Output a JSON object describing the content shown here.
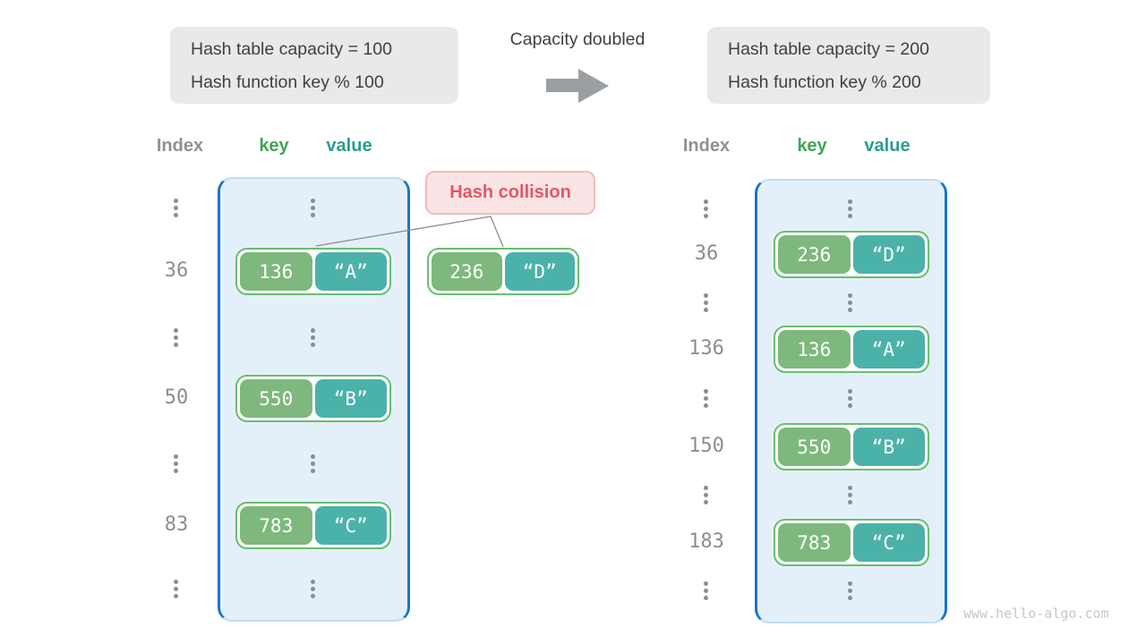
{
  "left_info_box": {
    "line1": "Hash table capacity = 100",
    "line2": "Hash function key % 100"
  },
  "right_info_box": {
    "line1": "Hash table capacity = 200",
    "line2": "Hash function key % 200"
  },
  "transition_label": "Capacity doubled",
  "column_headers": {
    "index": "Index",
    "key": "key",
    "value": "value"
  },
  "left_table": {
    "indices": [
      "36",
      "50",
      "83"
    ],
    "pairs": [
      {
        "key": "136",
        "value": "“A”"
      },
      {
        "key": "550",
        "value": "“B”"
      },
      {
        "key": "783",
        "value": "“C”"
      }
    ]
  },
  "collision": {
    "label": "Hash collision",
    "pair": {
      "key": "236",
      "value": "“D”"
    }
  },
  "right_table": {
    "indices": [
      "36",
      "136",
      "150",
      "183"
    ],
    "pairs": [
      {
        "key": "236",
        "value": "“D”"
      },
      {
        "key": "136",
        "value": "“A”"
      },
      {
        "key": "550",
        "value": "“B”"
      },
      {
        "key": "783",
        "value": "“C”"
      }
    ]
  },
  "watermark": "www.hello-algo.com",
  "colors": {
    "accent_blue": "#1a75c1",
    "container_fill": "#e4f0f9",
    "key_cell_green": "#7eb87d",
    "value_cell_teal": "#4bb2aa",
    "pair_border_green": "#69be6d",
    "collision_bg": "#fbe4e6",
    "collision_border": "#f3babf",
    "collision_text": "#e05863",
    "info_box_bg": "#e9e9e9",
    "index_gray": "#8d8d8d",
    "key_header_green": "#42a554",
    "value_header_teal": "#2c9c90",
    "arrow_gray": "#9b9fa3",
    "watermark_gray": "#c6c6c6"
  }
}
